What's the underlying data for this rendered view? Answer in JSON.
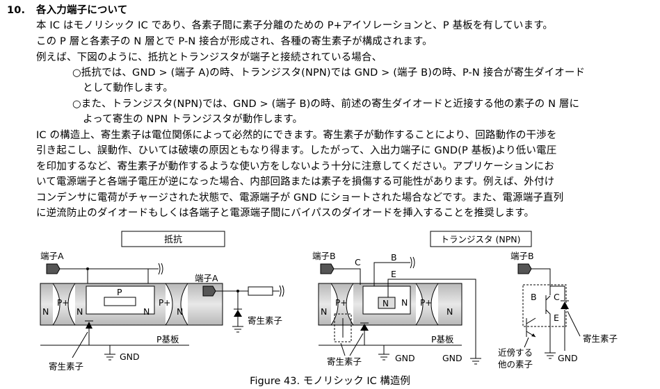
{
  "section": {
    "number": "10.",
    "title": "各入力端子について"
  },
  "paragraph1": [
    "本 IC はモノリシック IC であり、各素子間に素子分離のための P+アイソレーションと、P 基板を有しています。",
    "この P 層と各素子の N 層とで P-N 接合が形成され、各種の寄生素子が構成されます。",
    "例えば、下図のように、抵抗とトランジスタが端子と接続されている場合、"
  ],
  "bullets": [
    {
      "line1": "○抵抗では、GND > (端子 A)の時、トランジスタ(NPN)では GND > (端子 B)の時、P-N 接合が寄生ダイオード",
      "line2": "として動作します。"
    },
    {
      "line1": "○また、トランジスタ(NPN)では、GND > (端子 B)の時、前述の寄生ダイオードと近接する他の素子の N 層に",
      "line2": "よって寄生の NPN トランジスタが動作します。"
    }
  ],
  "paragraph2": [
    "IC の構造上、寄生素子は電位関係によって必然的にできます。寄生素子が動作することにより、回路動作の干渉を",
    "引き起こし、誤動作、ひいては破壊の原因ともなり得ます。したがって、入出力端子に GND(P 基板)より低い電圧",
    "を印加するなど、寄生素子が動作するような使い方をしないよう十分に注意してください。アプリケーションにお",
    "いて電源端子と各端子電圧が逆になった場合、内部回路または素子を損傷する可能性があります。例えば、外付け",
    "コンデンサに電荷がチャージされた状態で、電源端子が GND にショートされた場合などです。また、電源端子直列",
    "に逆流防止のダイオードもしくは各端子と電源端子間にバイパスのダイオードを挿入することを推奨します。"
  ],
  "figure": {
    "resistor_title": "抵抗",
    "transistor_title": "トランジスタ (NPN)",
    "terminal_a": "端子A",
    "terminal_b": "端子B",
    "n": "N",
    "p": "P",
    "p_plus": "P+",
    "p_substrate": "P基板",
    "gnd": "GND",
    "parasitic": "寄生素子",
    "c": "C",
    "b": "B",
    "e": "E",
    "nearby_line1": "近傍する",
    "nearby_line2": "他の素子"
  },
  "caption": "Figure 43. モノリシック IC 構造例"
}
